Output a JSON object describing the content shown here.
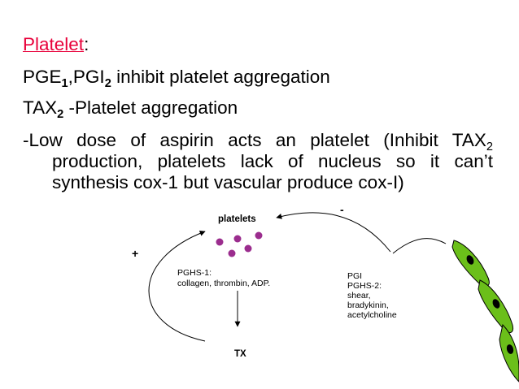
{
  "slide": {
    "heading_word": "Platelet",
    "heading_colon": ":",
    "line2": {
      "a": "PGE",
      "a_sub": "1",
      "b": ",PGI",
      "b_sub": "2",
      "c": " inhibit platelet aggregation"
    },
    "line3": {
      "a": "TAX",
      "a_sub": "2",
      "b": " -Platelet aggregation"
    },
    "para": {
      "p1": "-Low dose of aspirin acts an platelet (Inhibit TAX",
      "sub": "2",
      "p2": " production, platelets lack of nucleus so it can’t synthesis cox-1 but vascular produce cox-I)"
    }
  },
  "diagram": {
    "platelets_label": "platelets",
    "plus_sign": "+",
    "minus_sign": "-",
    "pghs1_title": "PGHS-1:",
    "pghs1_detail": "collagen, thrombin, ADP.",
    "pgi_lines": [
      "PGI",
      "PGHS-2:",
      "shear,",
      "bradykinin,",
      "acetylcholine"
    ],
    "tx_label": "TX",
    "colors": {
      "platelet_fill": "#9b2d8e",
      "cell_fill": "#6bbf1a",
      "nucleus": "#000000",
      "arrow": "#000000"
    }
  }
}
